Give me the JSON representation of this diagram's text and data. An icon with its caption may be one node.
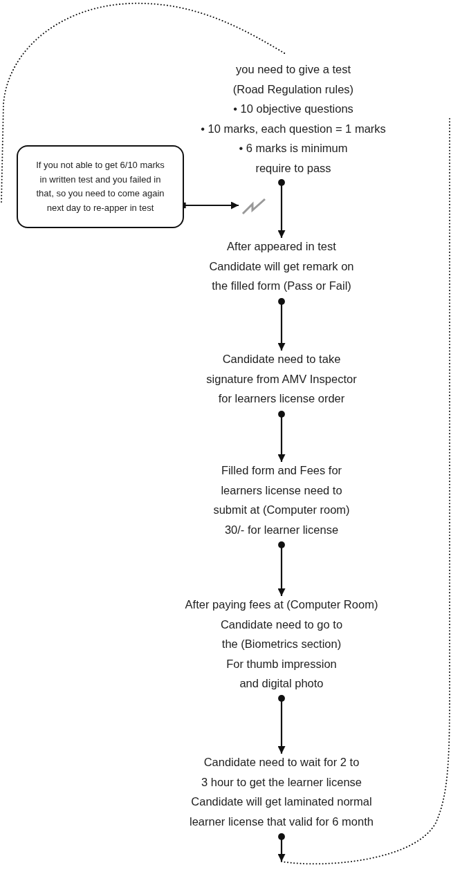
{
  "diagram": {
    "nodes": [
      {
        "text": [
          "you need to give a test (Road Regulation rules)",
          "• 10 objective questions",
          "• 10 marks, each question = 1 marks",
          "• 6 marks is minimum require to pass"
        ]
      },
      {
        "text": [
          "If you not able to get 6/10 marks in written test and you failed in that, so you need to come again next day to re-apper in test"
        ]
      },
      {
        "text": [],
        "shape": "zigzag"
      },
      {
        "text": [
          "After appeared in test Candidate will get remark on the filled form (Pass or Fail)"
        ]
      },
      {
        "text": [
          "Candidate need to take signature from AMV Inspector for learners license order"
        ]
      },
      {
        "text": [
          "Filled form and Fees for learners license need to submit at (Computer room)",
          "30/- for learner license"
        ]
      },
      {
        "text": [
          "After paying fees at (Computer Room)",
          "Candidate need to go to the (Biometrics section)",
          "For thumb impression and digital photo"
        ]
      },
      {
        "text": [
          "Candidate need to wait for 2 to 3 hour to get the learner license",
          "Candidate will get laminated normal learner license that valid for 6 month"
        ]
      }
    ],
    "edges": [
      {
        "from": 1,
        "to": 2,
        "arrow": "to"
      },
      {
        "from": 0,
        "to": 3,
        "arrow": "to"
      },
      {
        "from": 3,
        "to": 4,
        "arrow": "to"
      },
      {
        "from": 4,
        "to": 5,
        "arrow": "to"
      },
      {
        "from": 5,
        "to": 6,
        "arrow": "to"
      },
      {
        "from": 6,
        "to": 7,
        "arrow": "to"
      },
      {
        "from": 7,
        "to": null,
        "arrow": "to"
      },
      {
        "from": null,
        "to": 0,
        "arrow": "none",
        "style": "dashed"
      }
    ]
  }
}
